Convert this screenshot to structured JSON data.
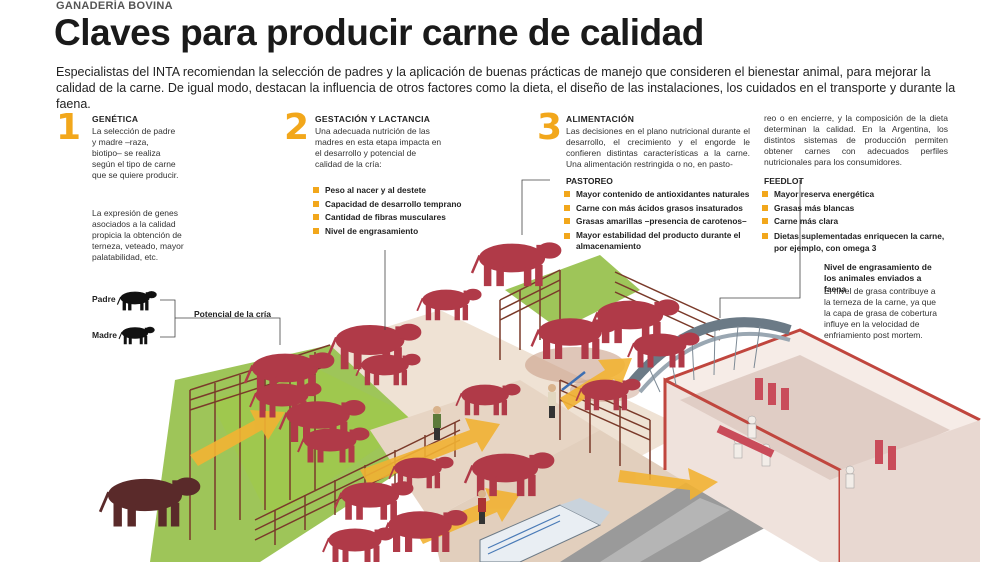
{
  "header": {
    "section": "GANADERÍA BOVINA",
    "title": "Claves para producir carne de calidad",
    "intro": "Especialistas del INTA recomiendan la selección de padres y la aplicación de buenas prácticas de manejo que consideren el bienestar animal, para mejorar la calidad de la carne. De igual modo, destacan la influencia de otros factores como la dieta, el diseño de las instalaciones, los cuidados en el transporte y durante la faena."
  },
  "steps": [
    {
      "number": "1",
      "heading": "GENÉTICA",
      "text": "La selección de padre y madre –raza, biotipo– se realiza según el tipo de carne que se quiere producir.",
      "text2": "La expresión de genes asociados a la calidad propicia la obtención de terneza, veteado, mayor palatabilidad, etc."
    },
    {
      "number": "2",
      "heading": "GESTACIÓN Y LACTANCIA",
      "text": "Una adecuada nutrición de las madres en esta etapa impacta en el desarrollo y potencial de calidad de la cría:",
      "bullets": [
        "Peso al nacer y al destete",
        "Capacidad de desarrollo temprano",
        "Cantidad de fibras musculares",
        "Nivel de engrasamiento"
      ]
    },
    {
      "number": "3",
      "heading": "ALIMENTACIÓN",
      "text": "Las decisiones en el plano nutricional durante el desarrollo, el crecimiento y el engorde le confieren distintas características a la carne. Una alimentación restringida o no, en pasto-",
      "text_cont": "reo o en encierre, y la composición de la dieta determinan la calidad. En la Argentina, los distintos sistemas de producción permiten obtener carnes con adecuados perfiles nutricionales para los consumidores."
    }
  ],
  "pastoreo": {
    "title": "PASTOREO",
    "items": [
      "Mayor contenido de antioxidantes naturales",
      "Carne con más ácidos grasos insaturados",
      "Grasas amarillas –presencia de carotenos–",
      "Mayor estabilidad del producto durante el almacenamiento"
    ]
  },
  "feedlot": {
    "title": "FEEDLOT",
    "items": [
      "Mayor reserva energética",
      "Grasas más blancas",
      "Carne más clara",
      "Dietas suplementadas enriquecen la carne, por ejemplo, con omega 3"
    ]
  },
  "faena": {
    "title": "Nivel de engrasamiento de los animales enviados a faena",
    "text": "El nivel de grasa contribuye a la terneza de la carne, ya que la capa de grasa de cobertura influye en la velocidad de enfriamiento post mortem."
  },
  "labels": {
    "padre": "Padre",
    "madre": "Madre",
    "potencial": "Potencial de la cría"
  },
  "colors": {
    "accent": "#f2a71b",
    "cattle": "#b03a48",
    "pasture": "#8dbb3c",
    "fence": "#7a3a2a",
    "building_wall": "#efe2dc",
    "building_edge": "#c0463e"
  }
}
